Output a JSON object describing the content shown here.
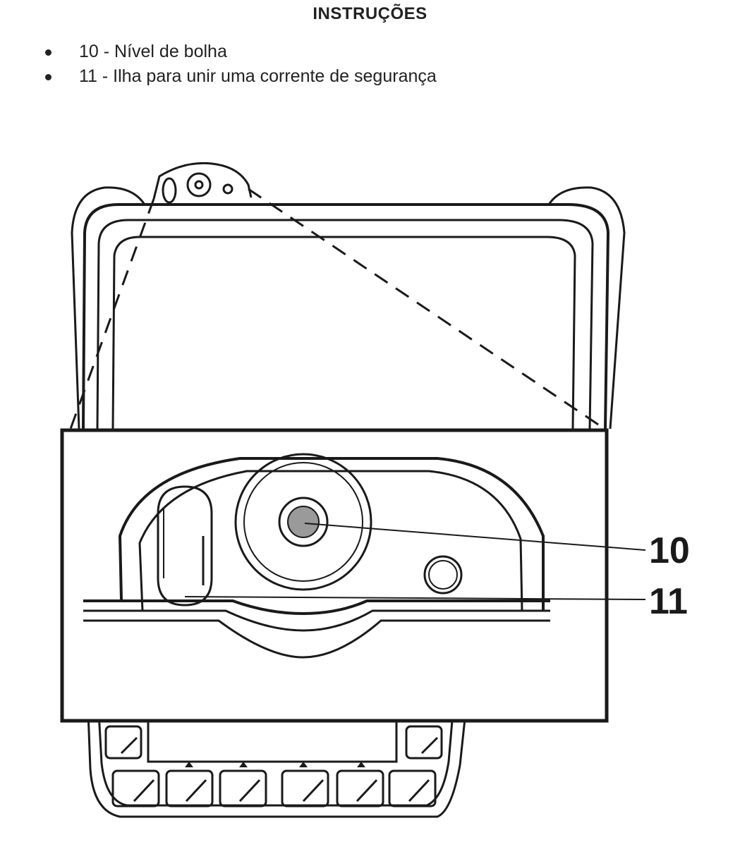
{
  "heading": "INSTRUÇÕES",
  "items": [
    {
      "text": "10 -  Nível de bolha"
    },
    {
      "text": "11 - Ilha para unir uma corrente de segurança"
    }
  ],
  "callouts": {
    "c10": "10",
    "c11": "11"
  },
  "colors": {
    "ink": "#1a1a1a",
    "bubble": "#9a9a9a",
    "paper": "#ffffff"
  }
}
